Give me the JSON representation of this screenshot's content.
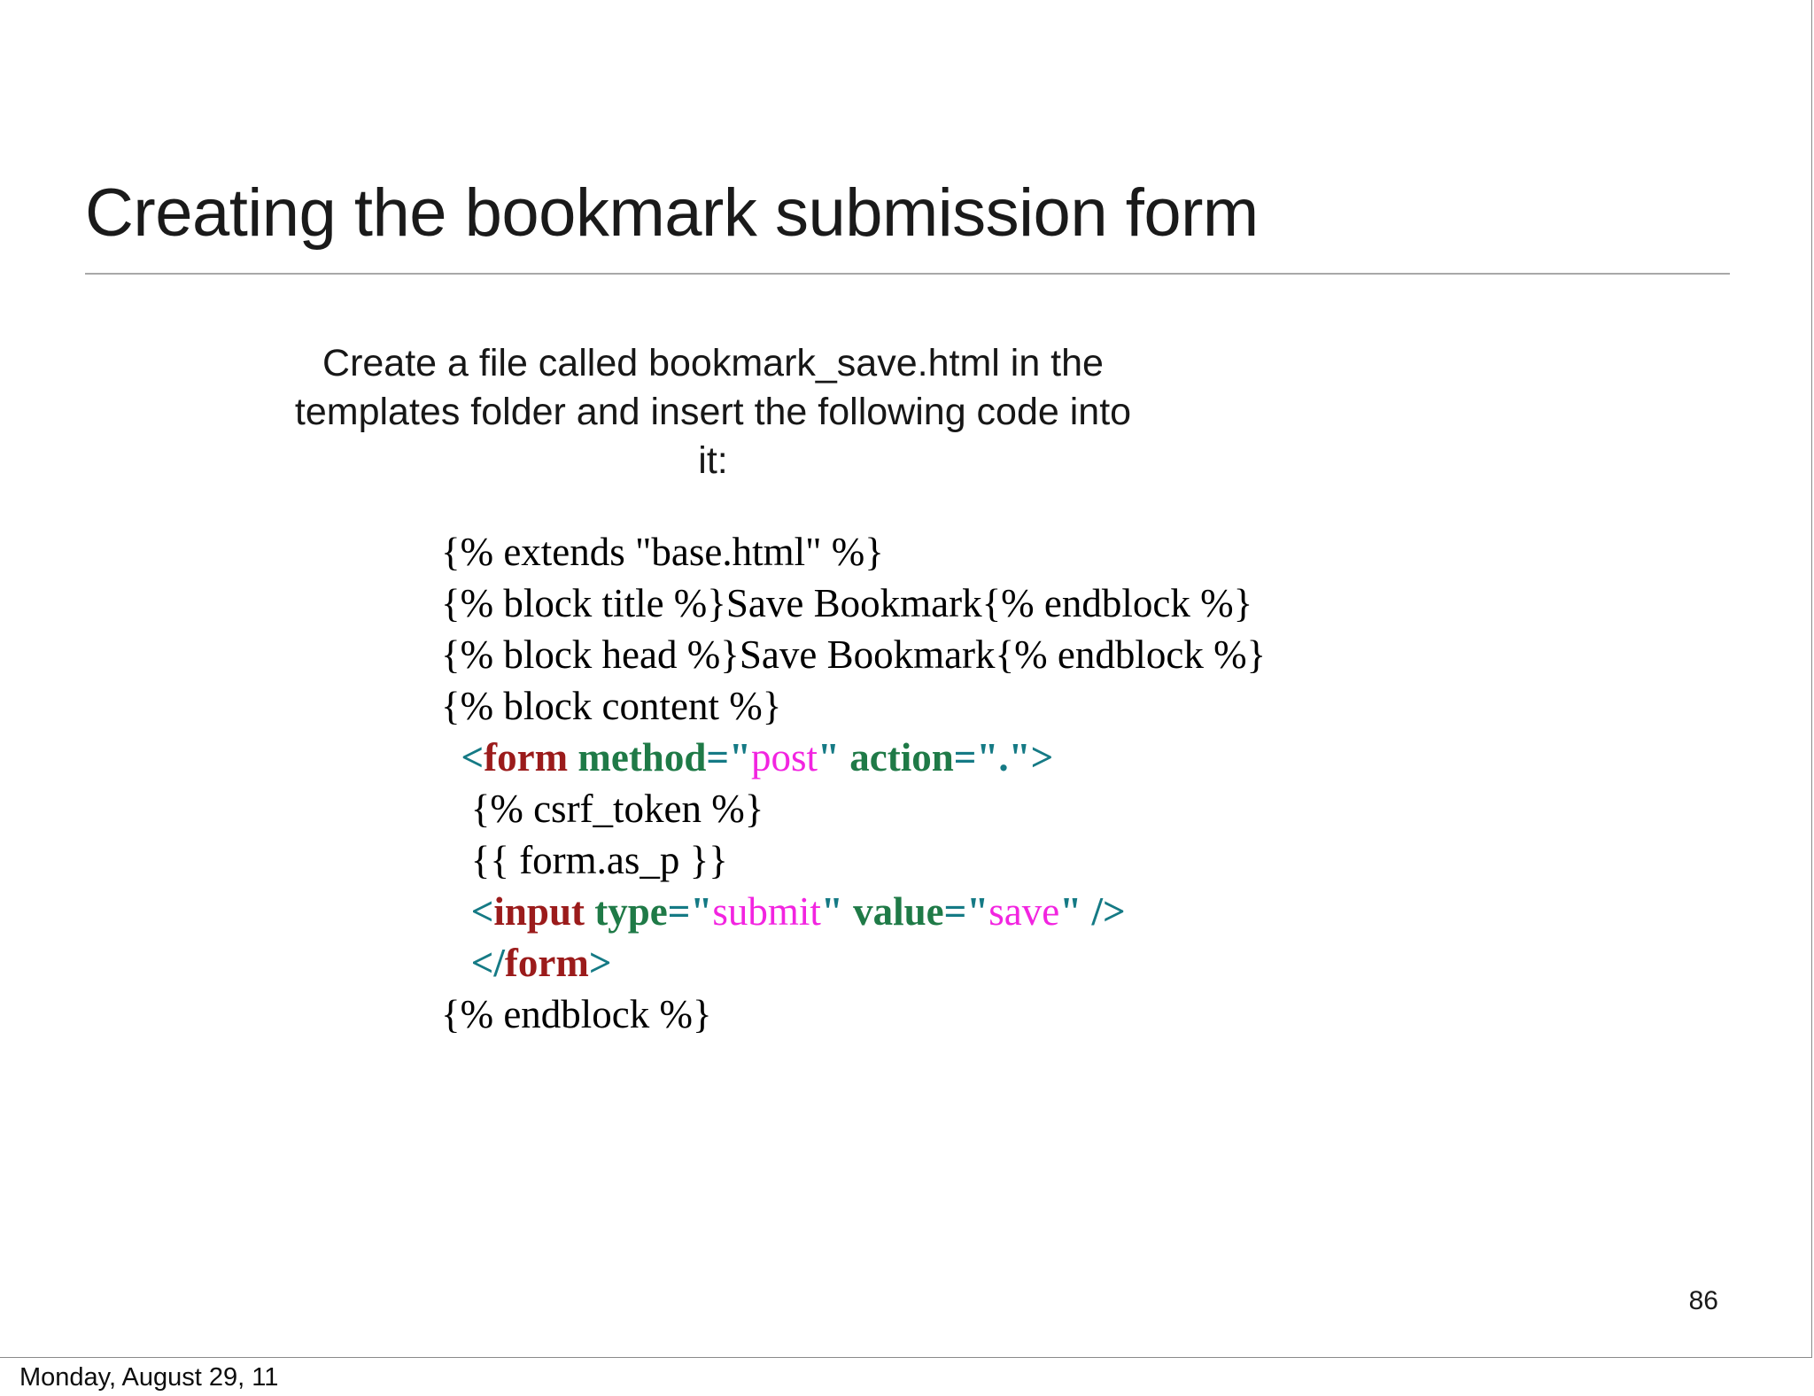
{
  "slide": {
    "title": "Creating the bookmark submission form",
    "intro": "Create a file called bookmark_save.html in the templates folder and insert the following code into it:",
    "page_number": "86",
    "footer_date": "Monday, August 29, 11",
    "colors": {
      "text": "#000000",
      "title": "#1a1a1a",
      "rule": "#a8a8a8",
      "punctuation": "#157a85",
      "tag": "#9b1b1b",
      "attribute": "#1f7a47",
      "string": "#f224e0",
      "background": "#ffffff"
    }
  },
  "code": {
    "language": "django-template",
    "plain_text": "{% extends \"base.html\" %}\n{% block title %}Save Bookmark{% endblock %}\n{% block head %}Save Bookmark{% endblock %}\n{% block content %}\n  <form method=\"post\" action=\".\">\n   {% csrf_token %}\n   {{ form.as_p }}\n   <input type=\"submit\" value=\"save\" />\n   </form>\n{% endblock %}",
    "lines": [
      {
        "tokens": [
          {
            "t": "{% extends \"base.html\" %}",
            "k": "plain"
          }
        ]
      },
      {
        "tokens": [
          {
            "t": "{% block title %}Save Bookmark{% endblock %}",
            "k": "plain"
          }
        ]
      },
      {
        "tokens": [
          {
            "t": "{% block head %}Save Bookmark{% endblock %}",
            "k": "plain"
          }
        ]
      },
      {
        "tokens": [
          {
            "t": "{% block content %}",
            "k": "plain"
          }
        ]
      },
      {
        "tokens": [
          {
            "t": "  ",
            "k": "plain"
          },
          {
            "t": "<",
            "k": "punct"
          },
          {
            "t": "form",
            "k": "tag"
          },
          {
            "t": " ",
            "k": "plain"
          },
          {
            "t": "method",
            "k": "attr"
          },
          {
            "t": "=\"",
            "k": "punct"
          },
          {
            "t": "post",
            "k": "string"
          },
          {
            "t": "\"",
            "k": "punct"
          },
          {
            "t": " ",
            "k": "plain"
          },
          {
            "t": "action",
            "k": "attr"
          },
          {
            "t": "=\".\">",
            "k": "punct"
          }
        ]
      },
      {
        "tokens": [
          {
            "t": "   {% csrf_token %}",
            "k": "plain"
          }
        ]
      },
      {
        "tokens": [
          {
            "t": "   {{ form.as_p }}",
            "k": "plain"
          }
        ]
      },
      {
        "tokens": [
          {
            "t": "   ",
            "k": "plain"
          },
          {
            "t": "<",
            "k": "punct"
          },
          {
            "t": "input",
            "k": "tag"
          },
          {
            "t": " ",
            "k": "plain"
          },
          {
            "t": "type",
            "k": "attr"
          },
          {
            "t": "=\"",
            "k": "punct"
          },
          {
            "t": "submit",
            "k": "string"
          },
          {
            "t": "\"",
            "k": "punct"
          },
          {
            "t": " ",
            "k": "plain"
          },
          {
            "t": "value",
            "k": "attr"
          },
          {
            "t": "=\"",
            "k": "punct"
          },
          {
            "t": "save",
            "k": "string"
          },
          {
            "t": "\" />",
            "k": "punct"
          }
        ]
      },
      {
        "tokens": [
          {
            "t": "   ",
            "k": "plain"
          },
          {
            "t": "</",
            "k": "punct"
          },
          {
            "t": "form",
            "k": "tag"
          },
          {
            "t": ">",
            "k": "punct"
          }
        ]
      },
      {
        "tokens": [
          {
            "t": "{% endblock %}",
            "k": "plain"
          }
        ]
      }
    ]
  }
}
